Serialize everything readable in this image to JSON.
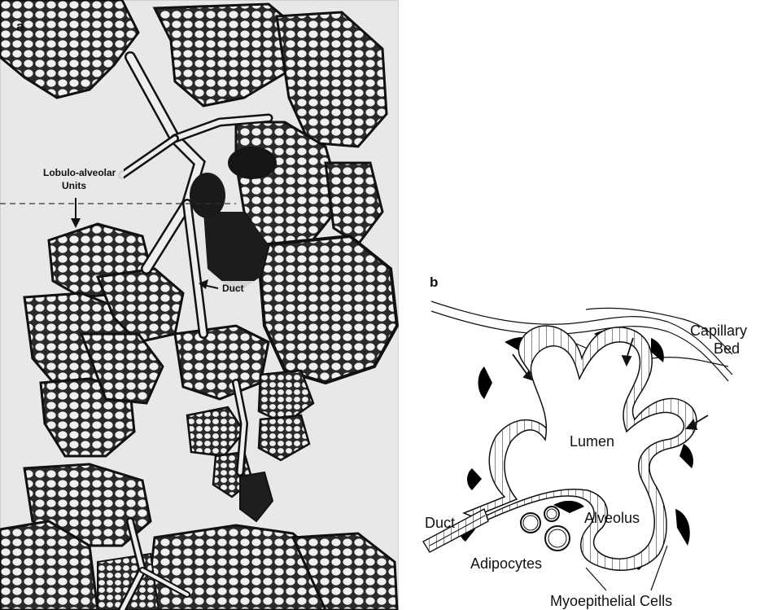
{
  "panel_a": {
    "panel_letter": "a",
    "label_units_line1": "Lobulo-alveolar",
    "label_units_line2": "Units",
    "label_duct": "Duct"
  },
  "panel_b": {
    "panel_letter": "b",
    "label_capillary_line1": "Capillary",
    "label_capillary_line2": "Bed",
    "label_lumen": "Lumen",
    "label_duct": "Duct",
    "label_alveolus": "Alveolus",
    "label_adipocytes": "Adipocytes",
    "label_myoepithelial": "Myoepithelial Cells"
  },
  "colors": {
    "tissue_dark": "#1a1a1a",
    "tissue_mid": "#3a3a3a",
    "cell_light": "#f2f2f2",
    "background_a": "#e9e9e9"
  }
}
